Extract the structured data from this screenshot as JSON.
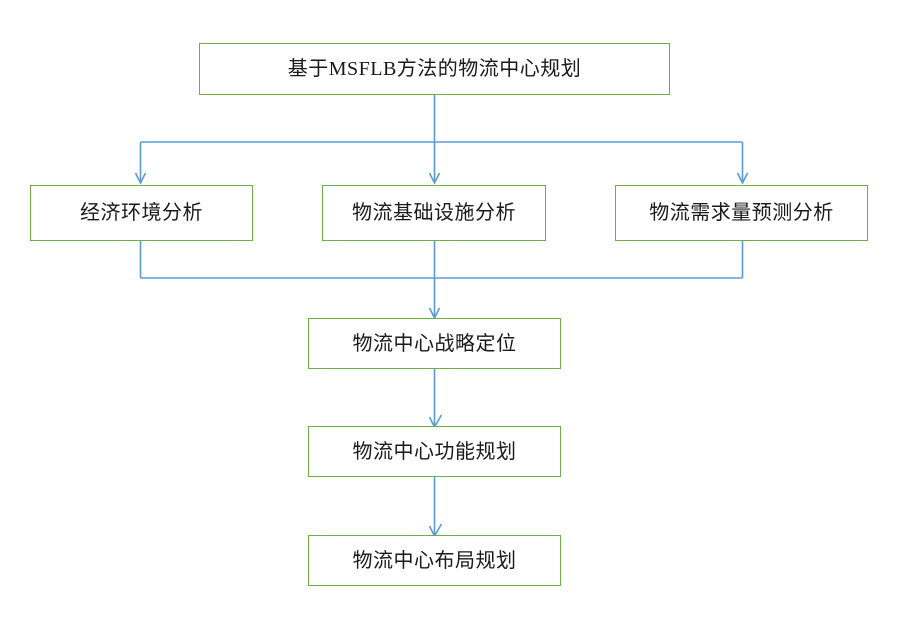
{
  "diagram": {
    "title_node": {
      "id": "root",
      "label": "基于MSFLB方法的物流中心规划"
    },
    "analysis_nodes": [
      {
        "id": "economic-environment-analysis",
        "label": "经济环境分析"
      },
      {
        "id": "logistics-infrastructure-analysis",
        "label": "物流基础设施分析"
      },
      {
        "id": "logistics-demand-forecast-analysis",
        "label": "物流需求量预测分析"
      }
    ],
    "planning_nodes": [
      {
        "id": "strategic-positioning",
        "label": "物流中心战略定位"
      },
      {
        "id": "functional-planning",
        "label": "物流中心功能规划"
      },
      {
        "id": "layout-planning",
        "label": "物流中心布局规划"
      }
    ],
    "colors": {
      "node_border": "#70ad47",
      "connector": "#5b9bd5",
      "node_background": "#ffffff",
      "text": "#1a1a1a",
      "page_background": "#ffffff"
    }
  }
}
